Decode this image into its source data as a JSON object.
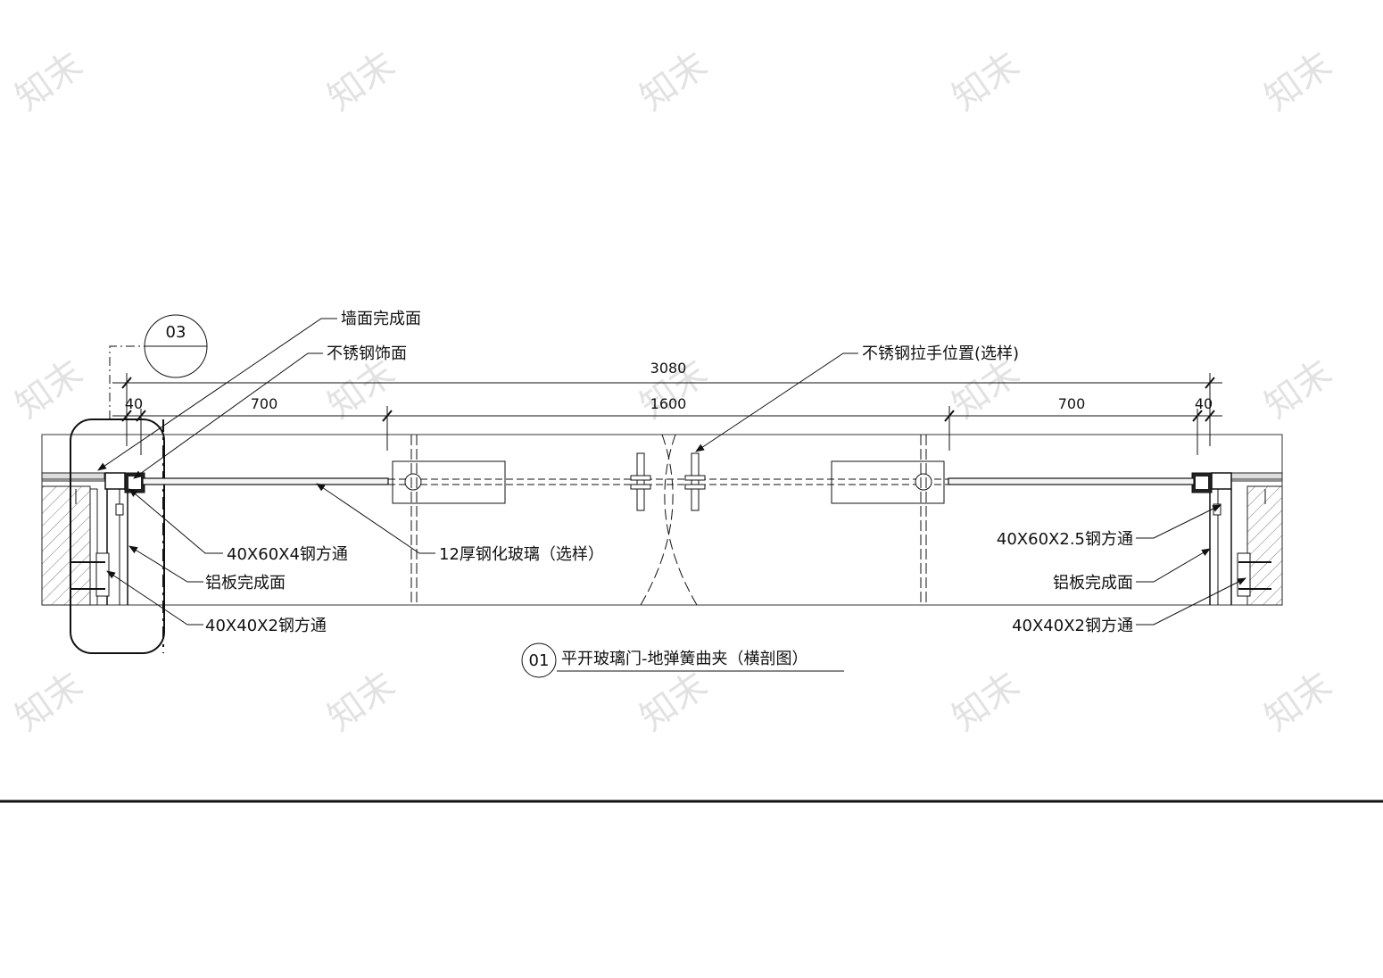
{
  "detail_bubble": "03",
  "dimensions": {
    "overall": "3080",
    "left_jamb": "40",
    "left_leaf": "700",
    "center_opening": "1600",
    "right_leaf": "700",
    "right_jamb": "40"
  },
  "labels": {
    "wall_finish": "墙面完成面",
    "stainless_facing": "不锈钢饰面",
    "handle_position": "不锈钢拉手位置(选样)",
    "left_steel_tube_main": "40X60X4钢方通",
    "tempered_glass": "12厚钢化玻璃（选样）",
    "left_aluminum_finish": "铝板完成面",
    "left_steel_tube_sub": "40X40X2钢方通",
    "right_steel_tube_main": "40X60X2.5钢方通",
    "right_aluminum_finish": "铝板完成面",
    "right_steel_tube_sub": "40X40X2钢方通"
  },
  "title": {
    "number": "01",
    "text": "平开玻璃门-地弹簧曲夹（横剖图）"
  },
  "watermark": "知末"
}
